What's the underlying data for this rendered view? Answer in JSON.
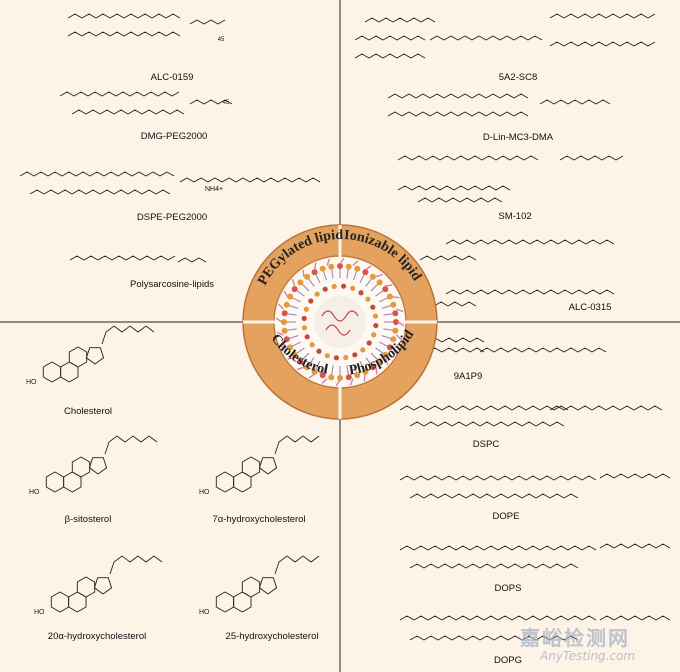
{
  "center": {
    "quadrant_titles": [
      "PEGylated lipid",
      "Ionizable  lipid",
      "Phospholipid",
      "Cholesterol"
    ]
  },
  "pegylated": {
    "alc0159": "ALC-0159",
    "dmg": "DMG-PEG2000",
    "dspe": "DSPE-PEG2000",
    "polysar": "Polysarcosine-lipids",
    "sub45": "45",
    "nh4": "NH4+"
  },
  "ionizable": {
    "sc8": "5A2-SC8",
    "mc3": "D-Lin-MC3-DMA",
    "sm102": "SM-102",
    "alc0315": "ALC-0315"
  },
  "phospholipid": {
    "a9": "9A1P9",
    "dspc": "DSPC",
    "dope": "DOPE",
    "dops": "DOPS",
    "dopg": "DOPG"
  },
  "cholesterol": {
    "chol": "Cholesterol",
    "bsito": "β-sitosterol",
    "h7": "7α-hydroxycholesterol",
    "h20": "20α-hydroxycholesterol",
    "h25": "25-hydroxycholesterol"
  },
  "watermark": {
    "cn": "嘉峪检测网",
    "en": "AnyTesting.com"
  }
}
